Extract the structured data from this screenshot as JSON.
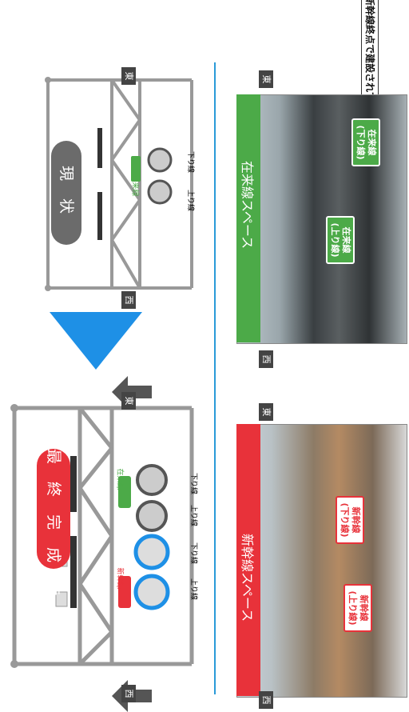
{
  "note": "大阪門橋も新幹線終点で建設されています",
  "final": {
    "label": "最 終 完 成 時",
    "dir_west": "西",
    "dir_east": "東",
    "track_labels": [
      "上り線",
      "下り線",
      "上り線",
      "下り線"
    ],
    "badge_shinkansen": "新幹線",
    "badge_zairaisen": "在来線"
  },
  "current": {
    "label": "現 状",
    "dir_west": "西",
    "dir_east": "東",
    "track_labels": [
      "上り線",
      "下り線"
    ],
    "badge_zairaisen": "在来線"
  },
  "photos": {
    "left": {
      "band": "新幹線スペース",
      "dir_west": "西",
      "dir_east": "東",
      "tag_up": "新幹線\n(上り線)",
      "tag_down": "新幹線\n(下り線)"
    },
    "right": {
      "band": "在来線スペース",
      "dir_west": "西",
      "dir_east": "東",
      "tag_up": "在来線\n(上り線)",
      "tag_down": "在来線\n(下り線)"
    }
  },
  "colors": {
    "red": "#e8323a",
    "green": "#4caa48",
    "blue": "#1e90e6",
    "gray": "#6b6b6b"
  }
}
